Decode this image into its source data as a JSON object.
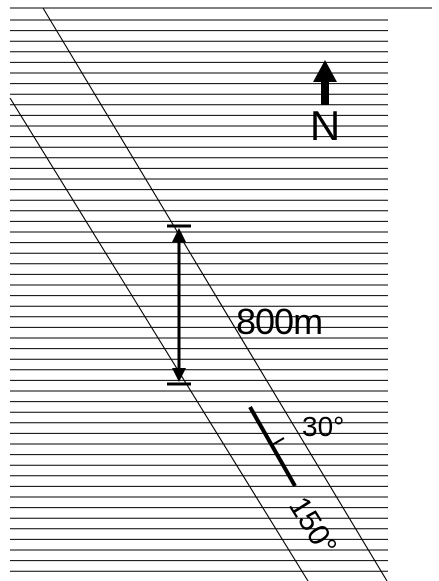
{
  "diagram": {
    "north_label": "N",
    "distance_label": "800m",
    "angle_label_a": "30°",
    "angle_label_b": "150°",
    "line_color": "#000000",
    "background_color": "#ffffff"
  }
}
